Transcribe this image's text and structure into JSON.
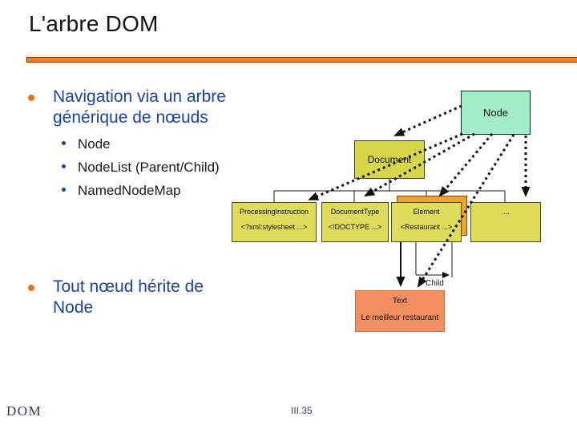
{
  "slide": {
    "title": "L'arbre DOM",
    "footer_left": "DOM",
    "page_number": "III.35"
  },
  "content": {
    "bullet1": "Navigation via un arbre générique de nœuds",
    "bullet1_items": [
      "Node",
      "NodeList (Parent/Child)",
      "NamedNodeMap"
    ],
    "bullet2": "Tout nœud hérite de Node"
  },
  "diagram": {
    "node_label": "Node",
    "document_label": "Document",
    "children": [
      {
        "title": "ProcessingInstruction",
        "value": "<?xml:stylesheet ...>"
      },
      {
        "title": "DocumentType",
        "value": "<!DOCTYPE ...>"
      },
      {
        "title": "Element",
        "value": "<Restaurant ...>"
      },
      {
        "title": "....",
        "value": ""
      }
    ],
    "child_arrow_label": "Child",
    "text_node": {
      "title": "Text",
      "value": "Le meilleur restaurant"
    }
  },
  "colors": {
    "accent_bar": "#fd7e2b",
    "heading_text": "#141414",
    "bullet_text_blue": "#1e43a0",
    "bullet_marker_orange": "#e8731e",
    "node_fill": "#a2eec8",
    "document_fill": "#d6d647",
    "child_box_fill": "#dedc5a",
    "element_shadow_fill": "#efa136",
    "text_node_fill": "#f28e60",
    "footer_text": "#32325c"
  }
}
